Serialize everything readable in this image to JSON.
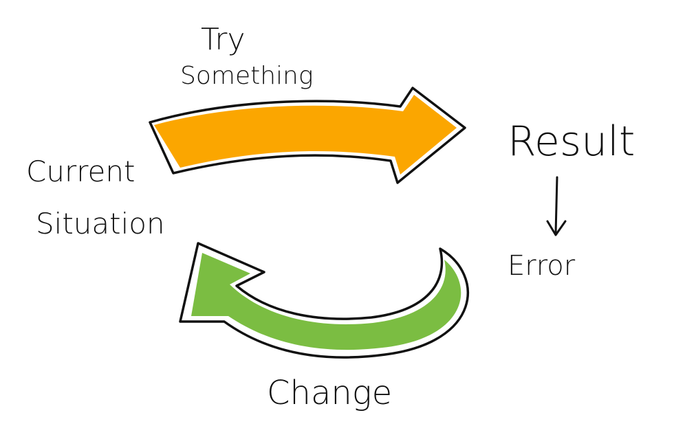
{
  "labels": {
    "try_line1": "Try",
    "try_line2": "Something",
    "current_line1": "Current",
    "current_line2": "Situation",
    "result": "Result",
    "error": "Error",
    "change": "Change"
  },
  "colors": {
    "try_arrow": "#FBA600",
    "change_arrow": "#7BBD42",
    "ink": "#111111",
    "background": "#ffffff"
  }
}
